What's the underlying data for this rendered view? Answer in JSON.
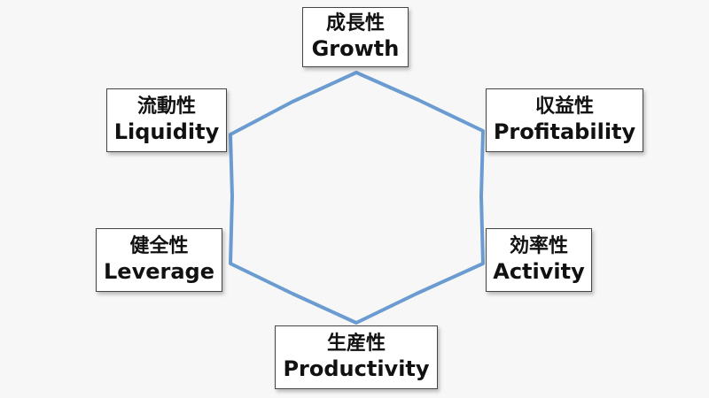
{
  "colors": {
    "hexagon": "#6a9bd1"
  },
  "nodes": [
    {
      "jp": "成長性",
      "en": "Growth"
    },
    {
      "jp": "収益性",
      "en": "Profitability"
    },
    {
      "jp": "効率性",
      "en": "Activity"
    },
    {
      "jp": "生産性",
      "en": "Productivity"
    },
    {
      "jp": "健全性",
      "en": "Leverage"
    },
    {
      "jp": "流動性",
      "en": "Liquidity"
    }
  ]
}
